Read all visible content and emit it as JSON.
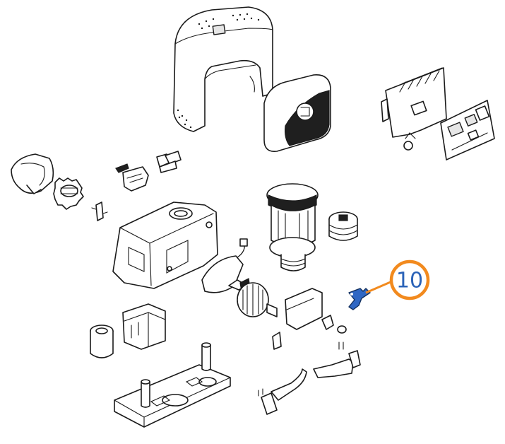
{
  "callout": {
    "number": "10",
    "ring_color": "#f28a1e",
    "text_color": "#2b63b8",
    "highlight_color": "#2f67c4"
  },
  "parts": [
    "cover-hood",
    "control-box-cover",
    "control-board",
    "electronic-board",
    "gear-guard",
    "pinion-gear",
    "release-key",
    "connector-clips",
    "small-bracket",
    "gearbox-housing",
    "motor-stator",
    "pulley",
    "gasket",
    "rotor-armature",
    "encoder-bracket",
    "highlighted-part-10",
    "transformer",
    "capacitor",
    "limit-switch-spring-left",
    "limit-switch-spring-right",
    "base-plate"
  ]
}
